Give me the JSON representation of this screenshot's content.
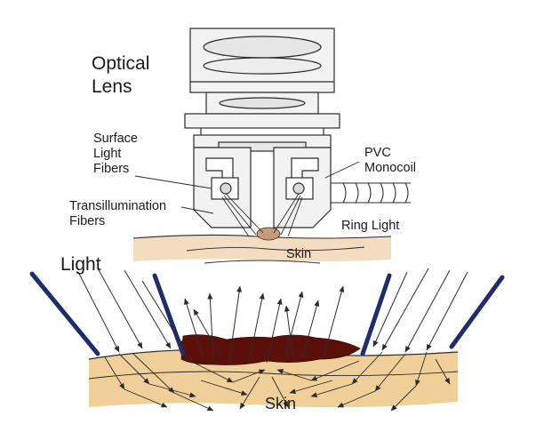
{
  "labels": {
    "optical_lens": [
      "Optical",
      "Lens"
    ],
    "surface_light_fibers": [
      "Surface",
      "Light",
      "Fibers"
    ],
    "pvc_monocoil": [
      "PVC",
      "Monocoil"
    ],
    "transillumination_fibers": [
      "Transillumination",
      "Fibers"
    ],
    "ring_light": "Ring Light",
    "skin_top": "Skin",
    "light": "Light",
    "skin_bottom": "Skin"
  },
  "colors": {
    "ink": "#2b2b2b",
    "skin_top": "#f3dcc0",
    "skin_bottom": "#f0cf98",
    "lesion": "#5b0f0a",
    "lesion_small": "#c79a7c",
    "light_rod": "#1f2e6b",
    "housing": "#f2f2f2"
  }
}
